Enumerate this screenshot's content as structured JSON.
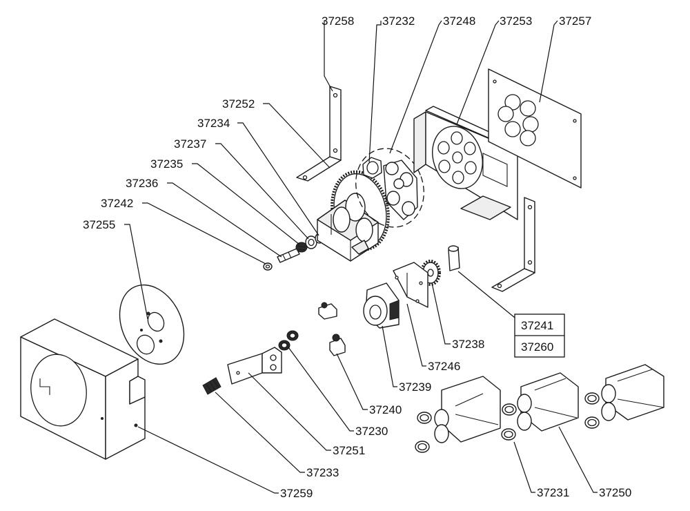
{
  "callouts": {
    "p37258": "37258",
    "p37232": "37232",
    "p37248": "37248",
    "p37253": "37253",
    "p37257": "37257",
    "p37252": "37252",
    "p37234": "37234",
    "p37237": "37237",
    "p37235": "37235",
    "p37236": "37236",
    "p37242": "37242",
    "p37255": "37255",
    "p37238": "37238",
    "p37246": "37246",
    "p37239": "37239",
    "p37240": "37240",
    "p37230": "37230",
    "p37251": "37251",
    "p37233": "37233",
    "p37259": "37259",
    "p37231": "37231",
    "p37250": "37250"
  },
  "boxed_callouts": [
    "37241",
    "37260"
  ]
}
